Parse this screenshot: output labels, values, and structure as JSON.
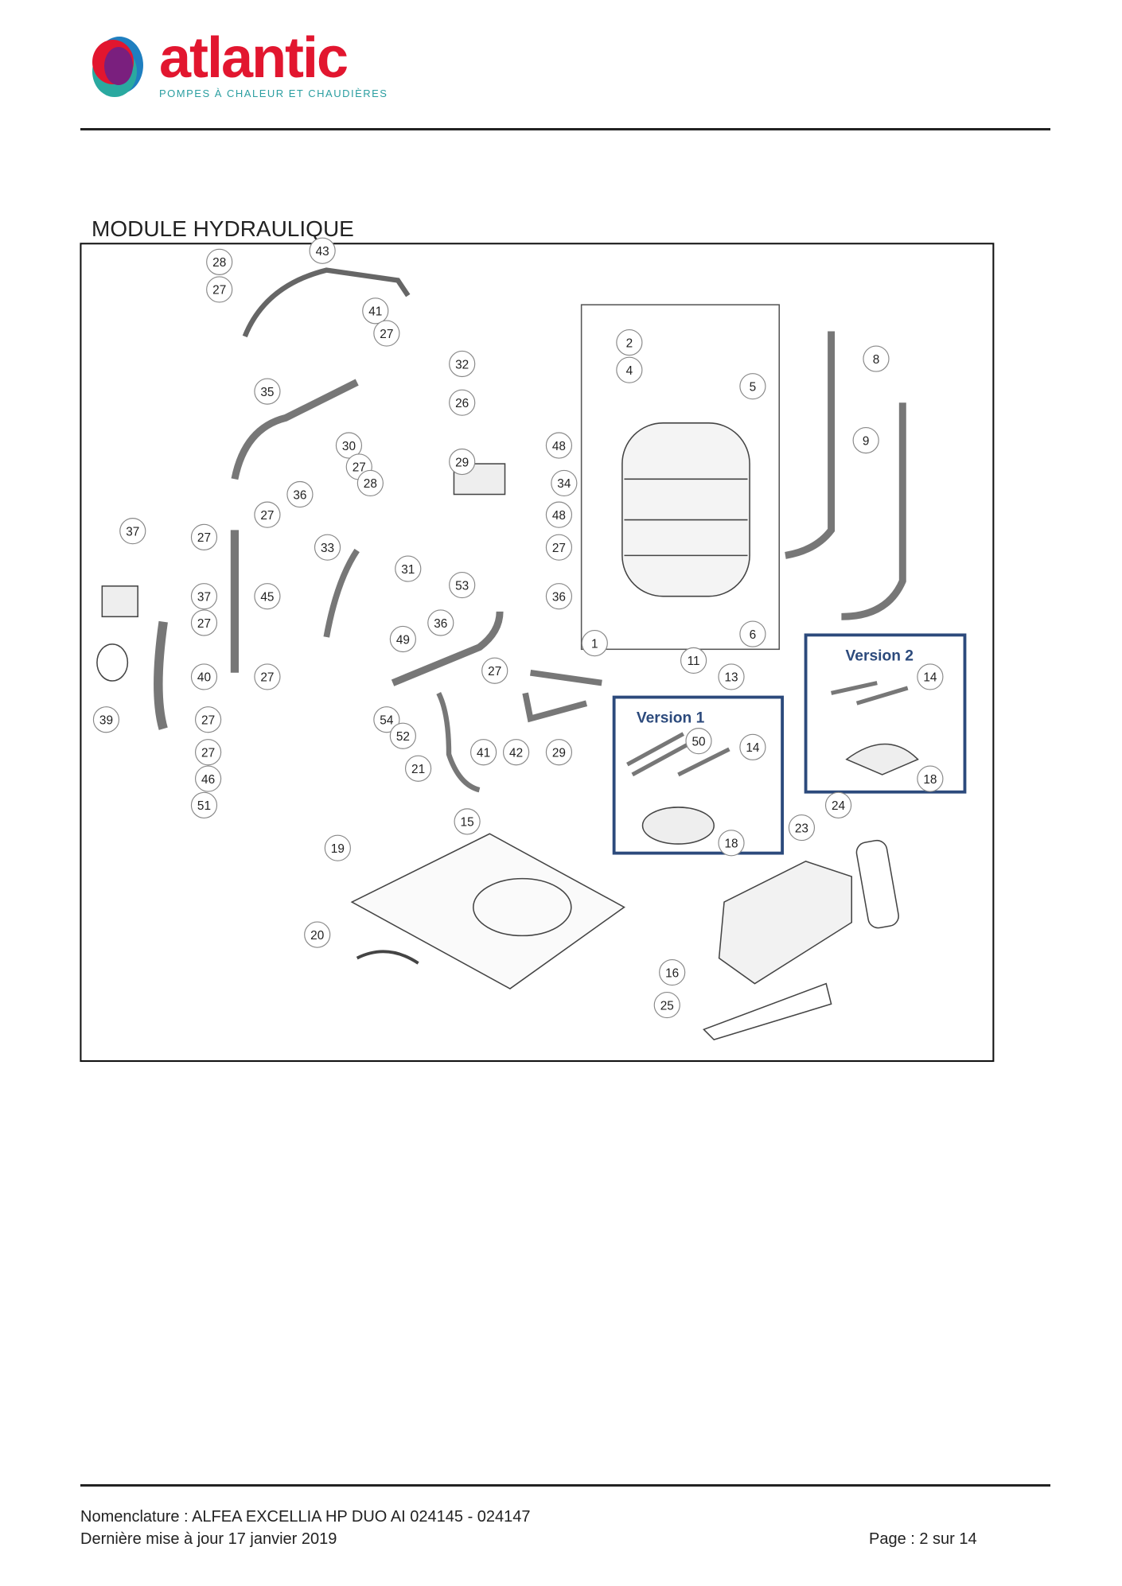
{
  "header": {
    "logo_text": "atlantic",
    "logo_tagline": "POMPES À CHALEUR ET CHAUDIÈRES"
  },
  "section_title": "MODULE HYDRAULIQUE",
  "diagram": {
    "version1_label": "Version 1",
    "version2_label": "Version 2",
    "callouts": [
      "28",
      "43",
      "27",
      "41",
      "27",
      "32",
      "35",
      "26",
      "2",
      "4",
      "5",
      "8",
      "9",
      "30",
      "27",
      "28",
      "29",
      "48",
      "34",
      "48",
      "36",
      "27",
      "37",
      "27",
      "33",
      "31",
      "27",
      "53",
      "36",
      "37",
      "45",
      "27",
      "36",
      "49",
      "1",
      "6",
      "11",
      "13",
      "27",
      "40",
      "27",
      "39",
      "27",
      "54",
      "52",
      "50",
      "14",
      "14",
      "18",
      "27",
      "41",
      "42",
      "29",
      "21",
      "46",
      "51",
      "15",
      "24",
      "23",
      "18",
      "19",
      "20",
      "16",
      "25"
    ]
  },
  "footer": {
    "nomenclature": "Nomenclature : ALFEA EXCELLIA HP DUO AI 024145 - 024147",
    "updated": "Dernière mise à jour 17 janvier 2019",
    "page": "Page : 2 sur 14"
  },
  "colors": {
    "brand_red": "#e2162f",
    "brand_teal": "#2a9ea0",
    "version_box": "#2c4a7c"
  }
}
